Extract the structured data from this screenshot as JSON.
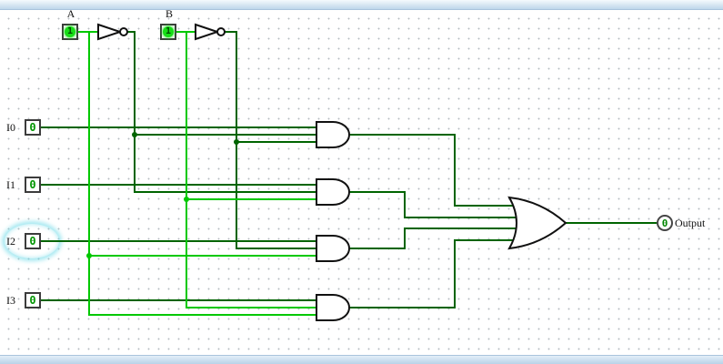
{
  "colors": {
    "wire_on": "#00c800",
    "wire_off": "#006400",
    "gate_stroke": "#111111",
    "halo": "#76d9e6"
  },
  "pins": {
    "a": {
      "label": "A",
      "value": "1"
    },
    "b": {
      "label": "B",
      "value": "1"
    },
    "i0": {
      "label": "I0",
      "value": "0"
    },
    "i1": {
      "label": "I1",
      "value": "0"
    },
    "i2": {
      "label": "I2",
      "value": "0"
    },
    "i3": {
      "label": "I3",
      "value": "0"
    },
    "output": {
      "label": "Output",
      "value": "0"
    }
  }
}
